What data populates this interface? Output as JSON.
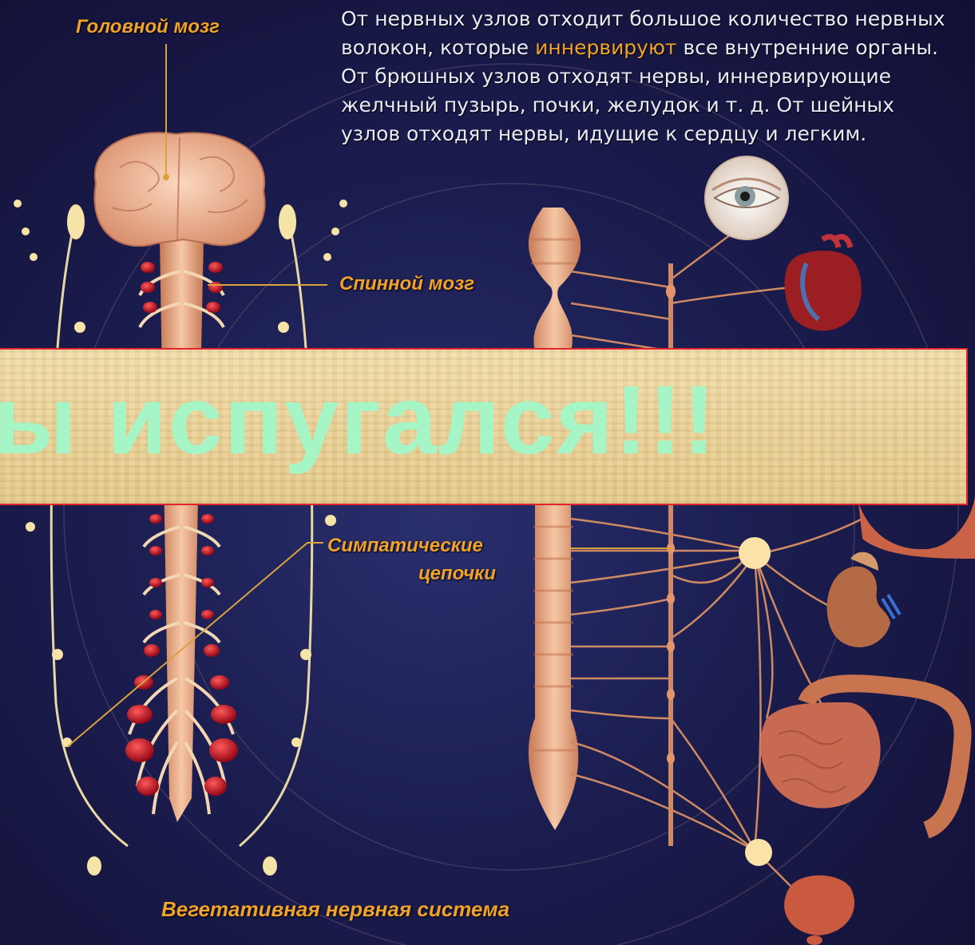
{
  "labels": {
    "brain": "Головной мозг",
    "spinal_cord": "Спинной мозг",
    "sympathetic_1": "Симпатические",
    "sympathetic_2": "цепочки",
    "caption": "Вегетативная нервная система"
  },
  "description": {
    "part1": "От нервных узлов отходит большое количество нервных волокон, которые ",
    "highlight": "иннервируют",
    "part2": " все внутренние органы. От брюшных узлов отходят нервы, иннервирующие желчный пузырь, почки, желудок и т. д. От шейных узлов отходят нервы, идущие к сердцу и легким."
  },
  "banner": {
    "text": "ты испугался!!!"
  },
  "colors": {
    "label": "#f0a22a",
    "banner_text": "#a6f5c6",
    "banner_border": "#e0232d",
    "background": "#1b1d4f"
  }
}
